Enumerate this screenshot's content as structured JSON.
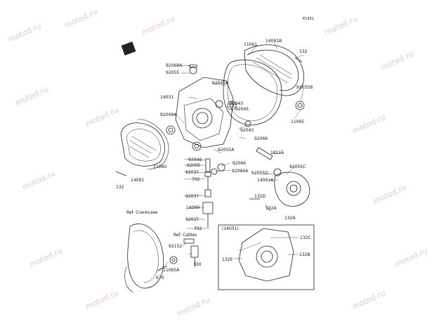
{
  "diagram_code": "E1431",
  "watermark": "motod.ru",
  "inset_label": "(14031)",
  "ref_crankcase": "Ref. Crankcase",
  "ref_cables": "Ref. Cables",
  "labels": {
    "l11061": "11061",
    "l14091B": "14091B",
    "l132a": "132",
    "l92068A": "92068A",
    "l92055": "92055",
    "l14031": "14031",
    "l92045A": "92045A",
    "l92055B": "92055B",
    "l92049A": "92049A",
    "l92043a": "92043",
    "l92045": "92045",
    "l11065": "11065",
    "l92043b": "92043",
    "l92066": "92066",
    "l18115": "18115",
    "l92055A": "92055A",
    "l11060": "11060",
    "l92049": "92049",
    "l92005": "92005",
    "l92066A": "92066A",
    "l92037a": "92037",
    "l702a": "702",
    "l92055D": "92055D",
    "l14091A": "14091A",
    "l92055C": "92055C",
    "l14091": "14091",
    "l132b": "132",
    "l92037b": "92037",
    "l132D": "132D",
    "l14069": "14069",
    "l132A1": "132A",
    "l92037c": "92037",
    "l132A2": "132A",
    "l702b": "702",
    "l132C": "132C",
    "l92152": "92152",
    "l132B": "132B",
    "l132E": "132E",
    "l130": "130",
    "l11065A": "11065A",
    "l670": "670"
  }
}
